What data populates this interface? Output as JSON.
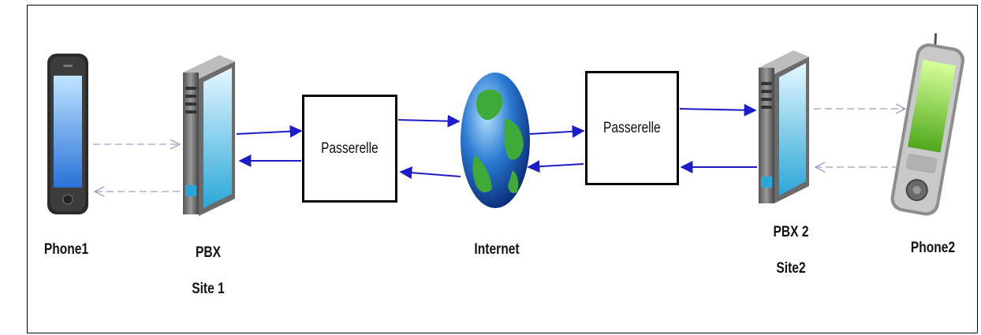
{
  "nodes": {
    "phone1": {
      "label": "Phone1",
      "icon": "smartphone-icon"
    },
    "pbx1": {
      "label_line1": "PBX",
      "label_line2": "Site 1",
      "icon": "server-tower-icon"
    },
    "gateway1": {
      "label": "Passerelle"
    },
    "internet": {
      "label": "Internet",
      "icon": "globe-icon"
    },
    "gateway2": {
      "label": "Passerelle"
    },
    "pbx2": {
      "label_line1": "PBX 2",
      "label_line2": "Site2",
      "icon": "server-tower-icon"
    },
    "phone2": {
      "label": "Phone2",
      "icon": "pda-phone-icon"
    }
  },
  "colors": {
    "arrow_solid": "#1c1cc8",
    "arrow_dashed": "#9aa2c8",
    "border": "#000000"
  }
}
